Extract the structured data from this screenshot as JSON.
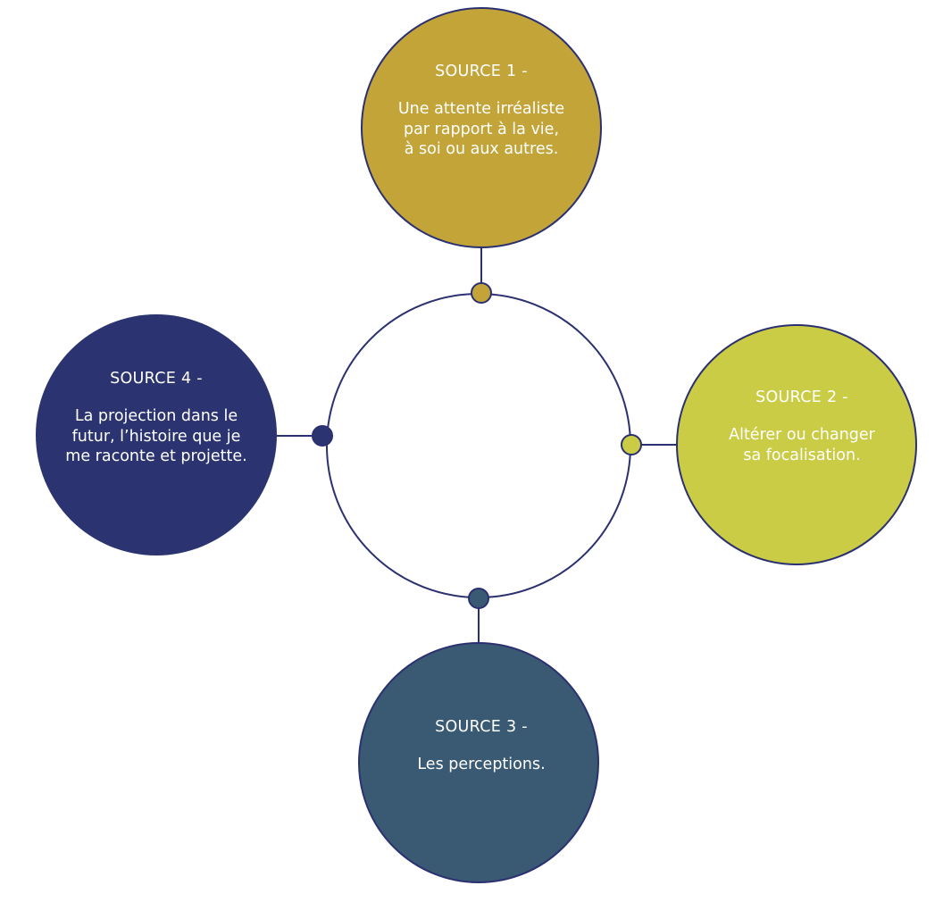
{
  "colors": {
    "outline": "#2b3170",
    "source1": "#c3a438",
    "source2": "#cbcc45",
    "source3": "#3a5a73",
    "source4": "#2b3470",
    "center": "#ffffff"
  },
  "sources": [
    {
      "title": "SOURCE 1 -",
      "text": "Une attente irréaliste\npar rapport à la vie,\nà soi ou aux autres."
    },
    {
      "title": "SOURCE 2 -",
      "text": "Altérer ou changer\nsa focalisation."
    },
    {
      "title": "SOURCE 3 -",
      "text": "Les perceptions."
    },
    {
      "title": "SOURCE 4 -",
      "text": "La projection dans le\nfutur, l’histoire que je\nme raconte et projette."
    }
  ]
}
